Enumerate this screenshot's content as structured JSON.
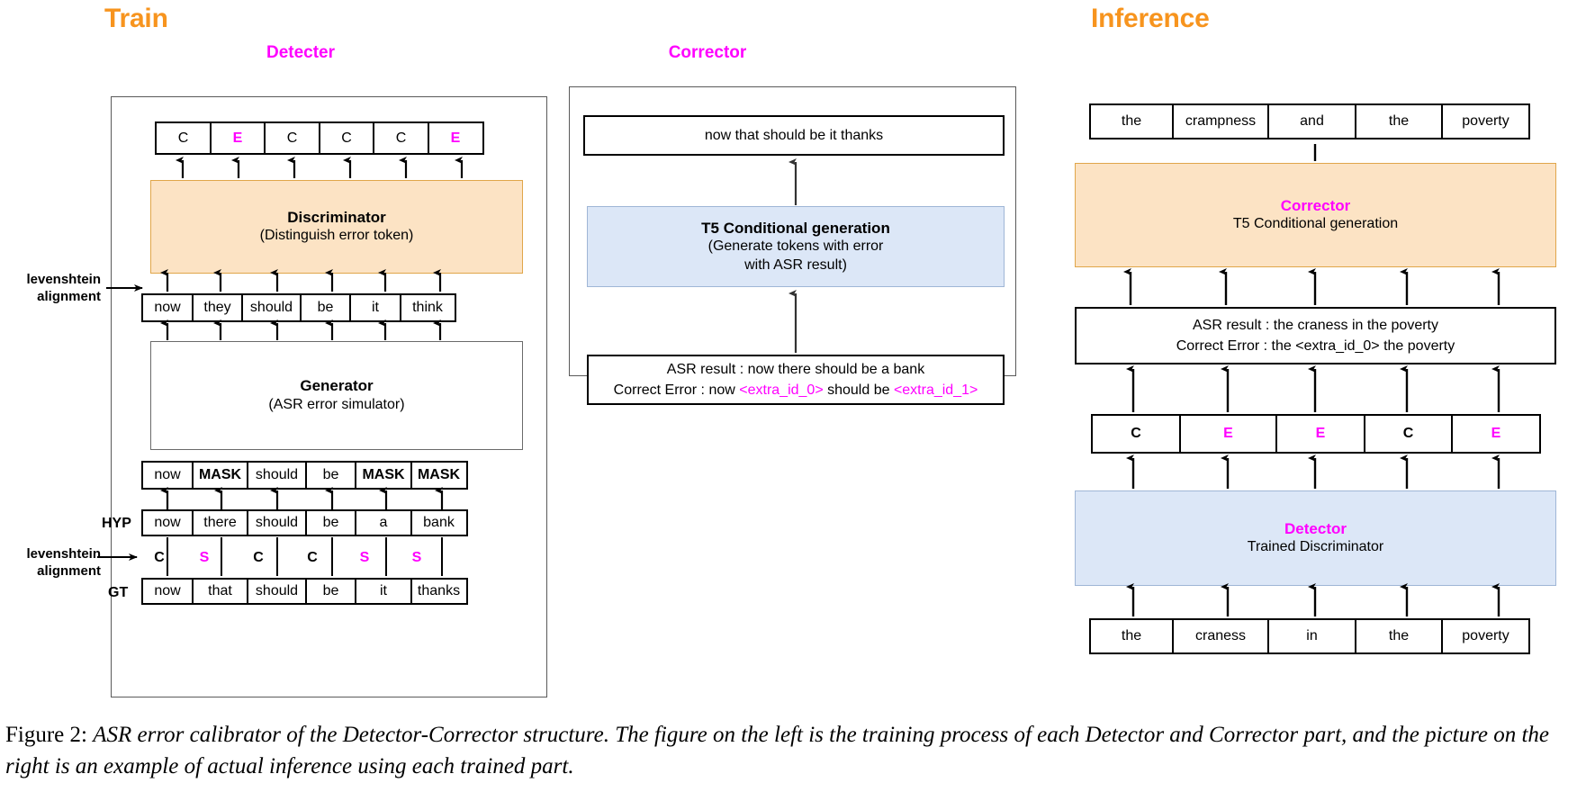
{
  "figure": {
    "caption_label": "Figure 2:",
    "caption_text": "ASR error calibrator of the Detector-Corrector structure. The figure on the left is the training process of each Detector and Corrector part, and the picture on the right is an example of actual inference using each trained part."
  },
  "colors": {
    "accent_orange": "#F7941E",
    "accent_magenta": "#FF00FF",
    "box_orange_fill": "#FCE3C4",
    "box_orange_border": "#E0A64A",
    "box_blue_fill": "#DCE7F7",
    "box_blue_border": "#9FB6D6"
  },
  "train": {
    "title": "Train",
    "detector": {
      "title": "Detecter",
      "output_labels": [
        "C",
        "E",
        "C",
        "C",
        "C",
        "E"
      ],
      "output_label_kinds": [
        "plain",
        "error",
        "plain",
        "plain",
        "plain",
        "error"
      ],
      "discriminator": {
        "title": "Discriminator",
        "subtitle": "(Distinguish error token)"
      },
      "levenshtein_label_top": "levenshtein\nalignment",
      "hyp_generated_tokens": [
        "now",
        "they",
        "should",
        "be",
        "it",
        "think"
      ],
      "generator": {
        "title": "Generator",
        "subtitle": "(ASR error simulator)"
      },
      "mask_tokens": [
        "now",
        "MASK",
        "should",
        "be",
        "MASK",
        "MASK"
      ],
      "mask_token_bold": [
        false,
        true,
        false,
        false,
        true,
        true
      ],
      "hyp_row_label": "HYP",
      "hyp_tokens": [
        "now",
        "there",
        "should",
        "be",
        "a",
        "bank"
      ],
      "levenshtein_label_bottom": "levenshtein\nalignment",
      "alignment_marks": [
        "C",
        "S",
        "C",
        "C",
        "S",
        "S"
      ],
      "alignment_mark_kinds": [
        "plain",
        "sub",
        "plain",
        "plain",
        "sub",
        "sub"
      ],
      "gt_row_label": "GT",
      "gt_tokens": [
        "now",
        "that",
        "should",
        "be",
        "it",
        "thanks"
      ]
    },
    "corrector": {
      "title": "Corrector",
      "output_text": "now that should be it thanks",
      "t5": {
        "title": "T5 Conditional generation",
        "subtitle_line1": "(Generate tokens with error",
        "subtitle_line2": "with ASR result)"
      },
      "input_line1": "ASR result : now there should be a bank",
      "input_line2_prefix": "Correct Error : now ",
      "input_line2_tok1": "<extra_id_0>",
      "input_line2_mid": " should be ",
      "input_line2_tok2": "<extra_id_1>"
    }
  },
  "inference": {
    "title": "Inference",
    "output_tokens": [
      "the",
      "crampness",
      "and",
      "the",
      "poverty"
    ],
    "corrector": {
      "title": "Corrector",
      "subtitle": "T5 Conditional generation"
    },
    "prompt_line1": "ASR result : the craness in the poverty",
    "prompt_line2": "Correct Error : the <extra_id_0> the poverty",
    "detection_labels": [
      "C",
      "E",
      "E",
      "C",
      "E"
    ],
    "detection_label_kinds": [
      "plain",
      "error",
      "error",
      "plain",
      "error"
    ],
    "detector": {
      "title": "Detector",
      "subtitle": "Trained Discriminator"
    },
    "input_tokens": [
      "the",
      "craness",
      "in",
      "the",
      "poverty"
    ]
  }
}
